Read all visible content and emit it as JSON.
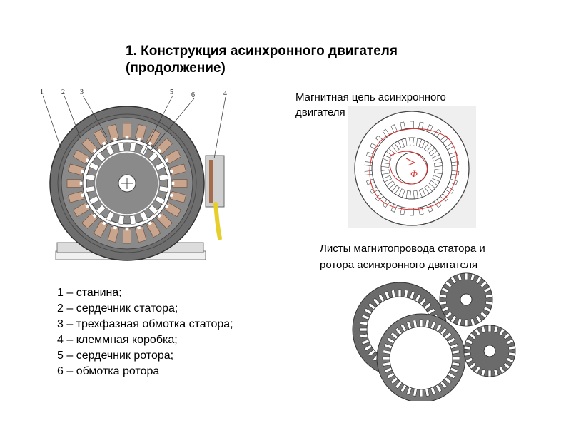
{
  "heading": {
    "line1": "1. Конструкция асинхронного двигателя",
    "line2": "(продолжение)"
  },
  "motor_diagram": {
    "callouts": [
      "1",
      "2",
      "3",
      "5",
      "6",
      "4"
    ]
  },
  "magnetic_circuit": {
    "caption_line1": "Магнитная цепь асинхронного",
    "caption_line2": "двигателя",
    "flux_symbol": "Φ"
  },
  "lamination": {
    "caption_line1": "Листы магнитопровода статора и",
    "caption_line2": "ротора асинхронного двигателя"
  },
  "legend": [
    "1 – станина;",
    "2 – сердечник статора;",
    "3 – трехфазная обмотка статора;",
    "4 – клеммная коробка;",
    "5 – сердечник ротора;",
    "6 – обмотка ротора"
  ],
  "colors": {
    "frame": "#6e6e6e",
    "core": "#8a8a8a",
    "winding": "#c9a58e",
    "flux_line": "#d93030",
    "terminal_wire": "#e6cf2a"
  }
}
